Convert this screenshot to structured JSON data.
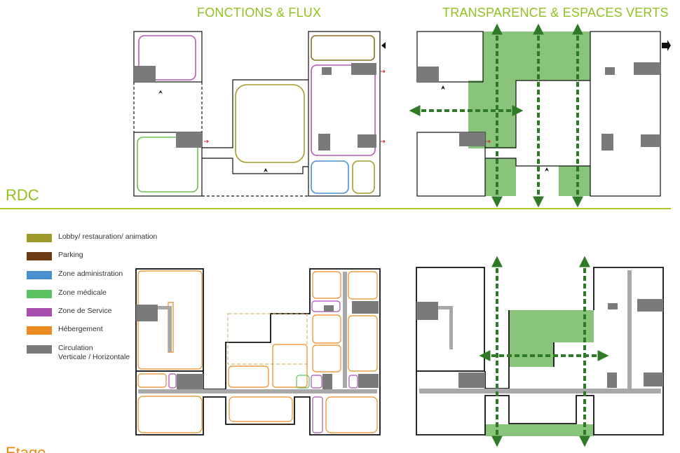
{
  "headings": {
    "functions": "FONCTIONS & FLUX",
    "transparency": "TRANSPARENCE & ESPACES VERTS"
  },
  "levels": {
    "ground": "RDC",
    "upper": "Etage"
  },
  "legend": [
    {
      "label": "Lobby/ restauration/ animation",
      "color": "#9e9a2a"
    },
    {
      "label": "Parking",
      "color": "#6b3a12"
    },
    {
      "label": "Zone administration",
      "color": "#4a8fd0"
    },
    {
      "label": "Zone médicale",
      "color": "#5dc25d"
    },
    {
      "label": "Zone de Service",
      "color": "#a84fb0"
    },
    {
      "label": "Hébergement",
      "color": "#ec8b1e"
    },
    {
      "label": "Circulation",
      "label2": "Verticale / Horizontale",
      "color": "#7a7a7a"
    }
  ],
  "colors": {
    "accent_green": "#8fc21f",
    "green_space": "#88c57a",
    "flow_arrow": "#2f7a27",
    "wall": "#111111",
    "circulation": "#7a7a7a",
    "circulation_light": "#a8a8a8",
    "access_arrow": "#e0203a"
  }
}
